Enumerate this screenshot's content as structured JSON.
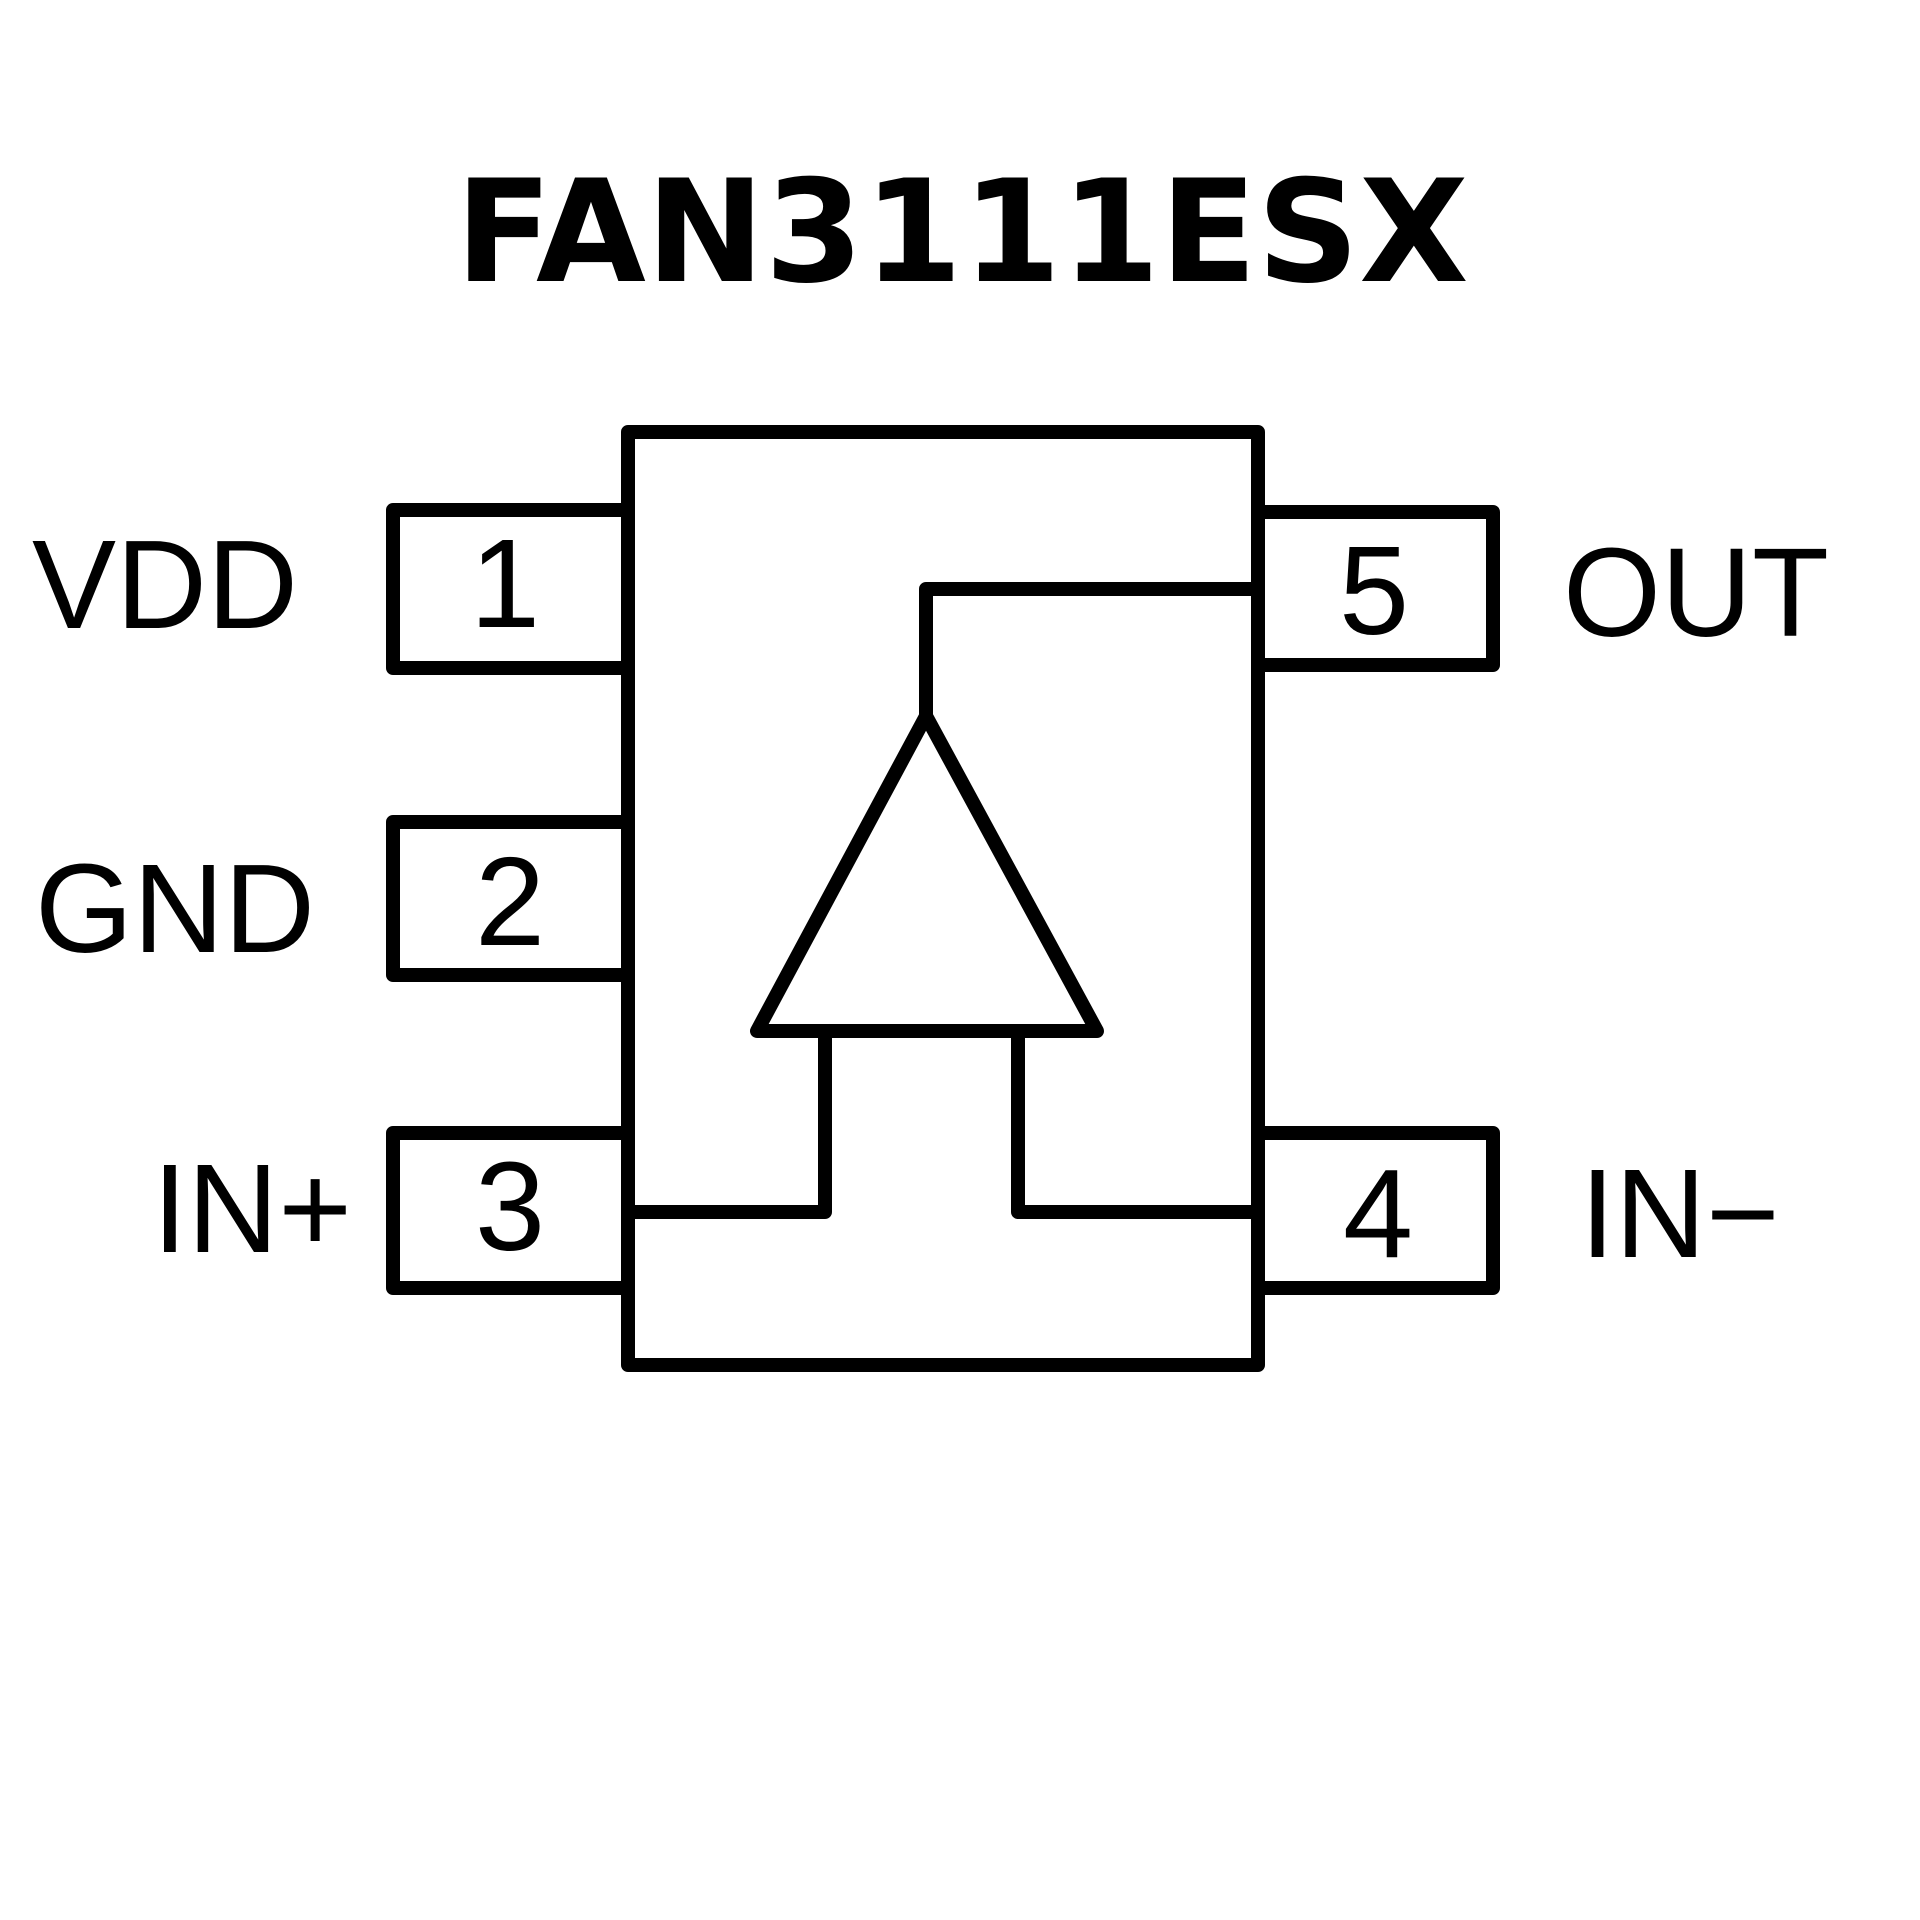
{
  "title": "FAN3111ESX",
  "colors": {
    "ink": "#000000",
    "background": "#ffffff"
  },
  "package": {
    "symbol": "amplifier-triangle",
    "pins": [
      {
        "number": "1",
        "name": "VDD",
        "side": "left"
      },
      {
        "number": "2",
        "name": "GND",
        "side": "left"
      },
      {
        "number": "3",
        "name": "IN+",
        "side": "left"
      },
      {
        "number": "4",
        "name": "IN−",
        "side": "right"
      },
      {
        "number": "5",
        "name": "OUT",
        "side": "right"
      }
    ]
  }
}
